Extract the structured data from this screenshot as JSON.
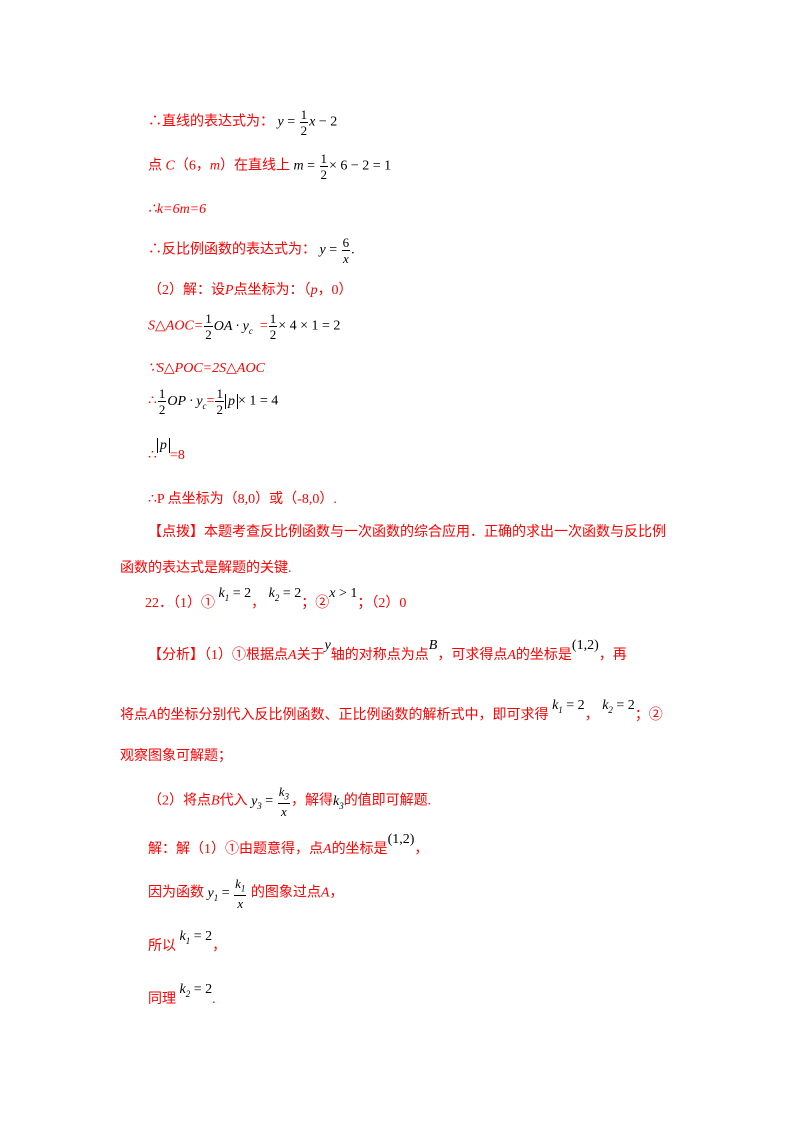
{
  "document": {
    "colors": {
      "text_red": "#ff0000",
      "math_black": "#000000",
      "background": "#ffffff"
    },
    "lines": [
      {
        "id": "l1",
        "text": "∴直线的表达式为：",
        "math": "y = 1/2 x − 2"
      },
      {
        "id": "l2",
        "text_a": "点",
        "text_b": "C",
        "text_c": "（6，",
        "text_d": "m",
        "text_e": "）在直线上",
        "math": "m = 1/2 × 6 − 2 = 1"
      },
      {
        "id": "l3",
        "text": "∴k=6m=6"
      },
      {
        "id": "l4",
        "text": "∴反比例函数的表达式为：",
        "math": "y = 6/x",
        "tail": "."
      },
      {
        "id": "l5",
        "text_a": "（2）解：设",
        "text_b": "P",
        "text_c": "点坐标为：（",
        "text_d": "p",
        "text_e": "，0）"
      },
      {
        "id": "l6",
        "text": "S△AOC=",
        "math_a": "1/2 OA · y_c",
        "math_b": "= 1/2 × 4 × 1 = 2"
      },
      {
        "id": "l7",
        "text": "∵S△POC=2S△AOC"
      },
      {
        "id": "l8",
        "text_a": "∴",
        "math_a": "1/2 OP · y_c",
        "eq": "=",
        "math_b": "1/2 |p| × 1 = 4"
      },
      {
        "id": "l9",
        "text_a": "∴",
        "math": "|p|",
        "text_b": "=8"
      },
      {
        "id": "l10",
        "text": "∴P 点坐标为（8,0）或（-8,0）."
      },
      {
        "id": "l11",
        "text": "【点拨】本题考查反比例函数与一次函数的综合应用．正确的求出一次函数与反比例"
      },
      {
        "id": "l12",
        "text": "函数的表达式是解题的关键."
      },
      {
        "id": "l13",
        "text_a": "22．（1）①",
        "math_a": "k₁ = 2",
        "sep1": "，",
        "math_b": "k₂ = 2",
        "sep2": "；②",
        "math_c": "x > 1",
        "text_b": "；（2）0"
      },
      {
        "id": "l14",
        "text_a": "【分析】（1）①根据点",
        "A": "A",
        "text_b": "关于",
        "math_y": "y",
        "text_c": "轴的对称点为点",
        "math_B": "B",
        "text_d": "，可求得点",
        "A2": "A",
        "text_e": "的坐标是",
        "math_pt": "(1,2)",
        "text_f": "，再"
      },
      {
        "id": "l15",
        "text_a": "将点",
        "A": "A",
        "text_b": "的坐标分别代入反比例函数、正比例函数的解析式中，即可求得",
        "math_a": "k₁ = 2",
        "sep1": "，",
        "math_b": "k₂ = 2",
        "sep2": "；②"
      },
      {
        "id": "l16",
        "text": "观察图象可解题；"
      },
      {
        "id": "l17",
        "text_a": "（2）将点",
        "B": "B",
        "text_b": "代入",
        "math": "y₃ = k₃/x",
        "text_c": "，解得",
        "math_k": "k₃",
        "text_d": "的值即可解题."
      },
      {
        "id": "l18",
        "text_a": "解：解（1）①由题意得，点",
        "A": "A",
        "text_b": "的坐标是",
        "math_pt": "(1,2)",
        "text_c": "，"
      },
      {
        "id": "l19",
        "text_a": "因为函数",
        "math": "y₁ = k₁/x",
        "text_b": "的图象过点",
        "A": "A",
        "text_c": "，"
      },
      {
        "id": "l20",
        "text_a": "所以",
        "math": "k₁ = 2",
        "text_b": "，"
      },
      {
        "id": "l21",
        "text_a": "同理",
        "math": "k₂ = 2",
        "text_b": "."
      }
    ]
  }
}
